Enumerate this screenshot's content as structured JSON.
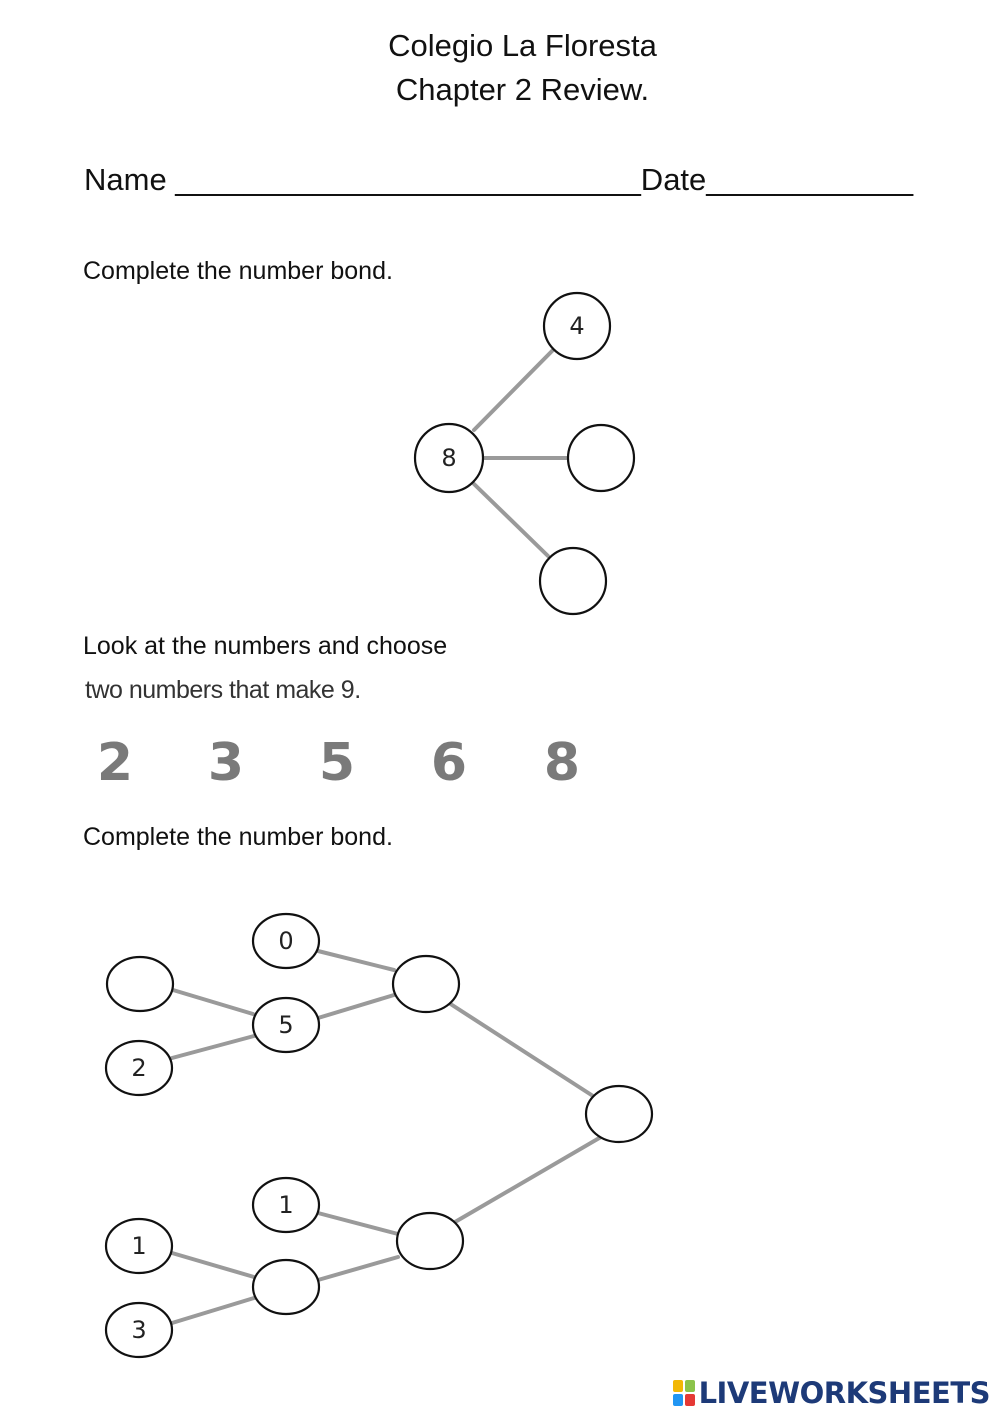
{
  "header": {
    "school": "Colegio La Floresta",
    "chapter": "Chapter 2  Review."
  },
  "name_date": "Name ___________________________Date____________",
  "section1": {
    "instruction": "Complete the number bond.",
    "nodes": {
      "whole": "8",
      "part_top": "4",
      "part_mid": "",
      "part_bottom": ""
    }
  },
  "section2": {
    "instruction_line1": "Look at the numbers and choose",
    "instruction_line2": "two numbers that make 9.",
    "choices": [
      "2",
      "3",
      "5",
      "6",
      "8"
    ]
  },
  "section3": {
    "instruction": "Complete the number bond.",
    "nodes": {
      "a_top": "0",
      "a_mid": "5",
      "a_left_blank": "",
      "a_left": "2",
      "b_top": "1",
      "b_left1": "1",
      "b_left2": "3",
      "mid_upper": "",
      "mid_lower": "",
      "b_inner": "",
      "final": ""
    }
  },
  "branding": {
    "logo_text": "LIVEWORKSHEETS",
    "logo_colors": [
      "#f2b705",
      "#8bc34a",
      "#2196f3",
      "#e53935"
    ]
  }
}
